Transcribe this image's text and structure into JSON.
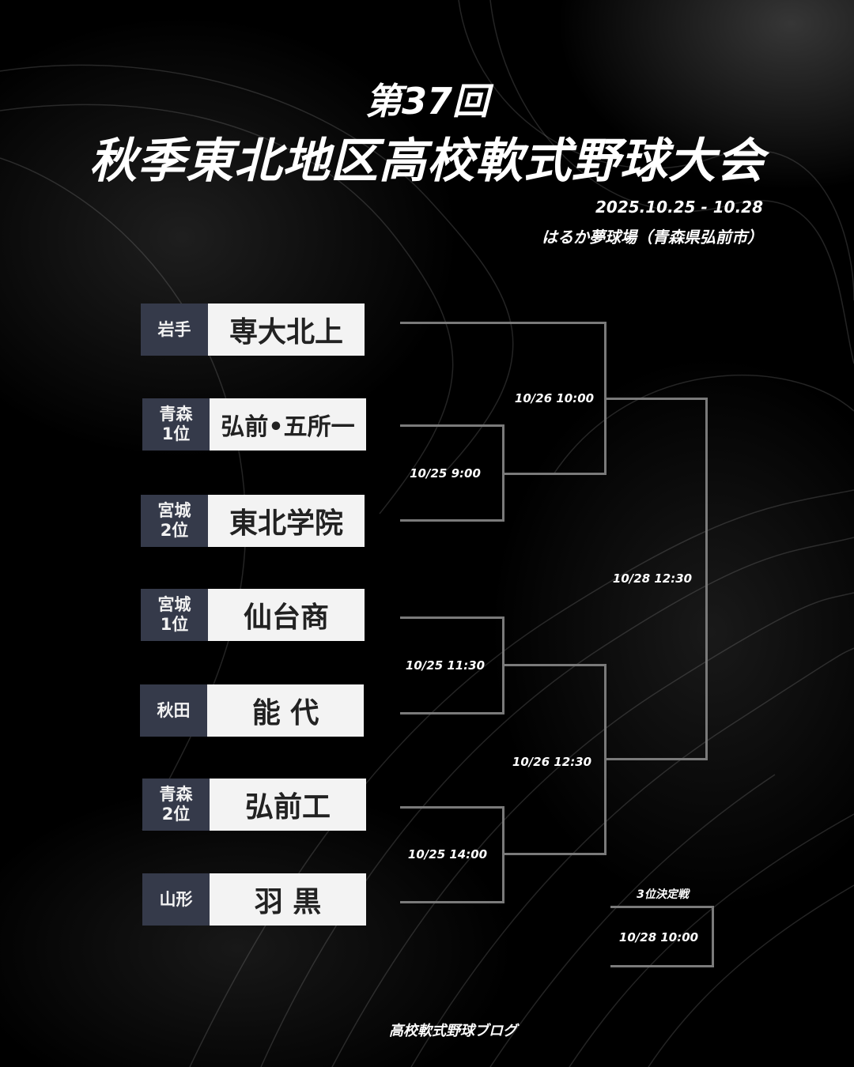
{
  "header": {
    "edition": "第37回",
    "title": "秋季東北地区高校軟式野球大会",
    "dates": "2025.10.25 - 10.28",
    "venue": "はるか夢球場（青森県弘前市）"
  },
  "teams": [
    {
      "pref": "岩手",
      "name": "専大北上"
    },
    {
      "pref": "青森\n1位",
      "name": "弘前•五所一"
    },
    {
      "pref": "宮城\n2位",
      "name": "東北学院"
    },
    {
      "pref": "宮城\n1位",
      "name": "仙台商"
    },
    {
      "pref": "秋田",
      "name": "能 代"
    },
    {
      "pref": "青森\n2位",
      "name": "弘前工"
    },
    {
      "pref": "山形",
      "name": "羽 黒"
    }
  ],
  "matches": {
    "r1a": "10/25 9:00",
    "r1b": "10/25 11:30",
    "r1c": "10/25 14:00",
    "sf1": "10/26 10:00",
    "sf2": "10/26 12:30",
    "final": "10/28 12:30",
    "third_label": "3位決定戦",
    "third": "10/28 10:00"
  },
  "footer": "高校軟式野球ブログ",
  "colors": {
    "background": "#000000",
    "pref_box": "#353a4a",
    "name_box": "#f3f3f3",
    "lines": "#7a7a7a"
  }
}
